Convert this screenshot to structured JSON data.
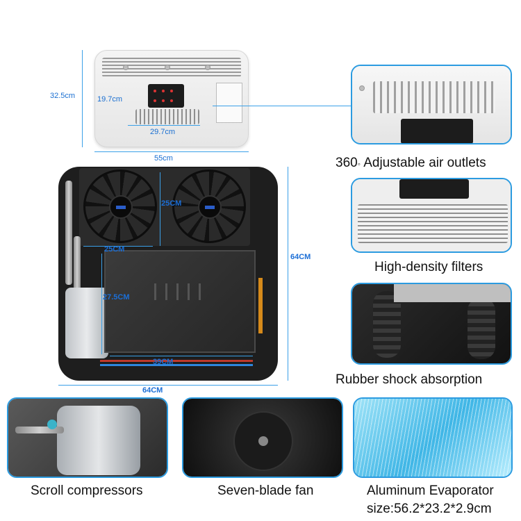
{
  "dimensions": {
    "indoor_height": "32.5cm",
    "panel_height": "19.7cm",
    "panel_width": "29.7cm",
    "indoor_width": "55cm",
    "fan_height": "25CM",
    "unit_height": "64CM",
    "fan_width": "25CM",
    "cover_height": "27.5CM",
    "cover_width": "39CM",
    "unit_width": "64CM"
  },
  "features": {
    "air_outlets": "Adjustable air outlets",
    "air_outlets_degree": "360",
    "air_outlets_degree_mark": "◦",
    "filters": "High-density filters",
    "shock": "Rubber shock absorption",
    "compressor": "Scroll compressors",
    "fan": "Seven-blade fan",
    "evaporator": "Aluminum Evaporator",
    "evaporator_size": "size:56.2*23.2*2.9cm"
  },
  "colors": {
    "accent": "#2b9be0",
    "dimension_text": "#1a6fd1"
  }
}
